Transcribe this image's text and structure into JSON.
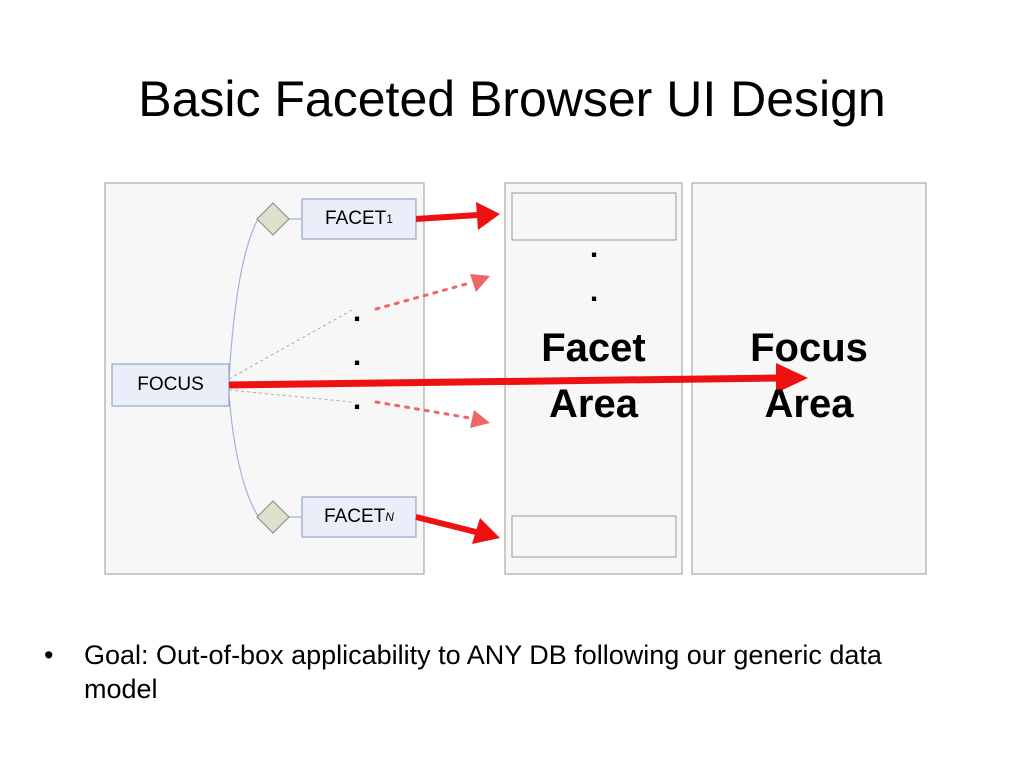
{
  "slide": {
    "title": "Basic Faceted Browser UI Design"
  },
  "diagram": {
    "focus_node": "FOCUS",
    "facet_first": {
      "base": "FACET",
      "subscript": "1"
    },
    "facet_last": {
      "base": "FACET",
      "subscript": "N"
    },
    "ellipsis_left": [
      ".",
      ".",
      "."
    ],
    "ellipsis_right": [
      ".",
      "."
    ],
    "facet_area": {
      "line1": "Facet",
      "line2": "Area"
    },
    "focus_area": {
      "line1": "Focus",
      "line2": "Area"
    },
    "colors": {
      "arrow": "#ee1111",
      "arrow_dotted": "#ee6666",
      "panel_border": "#999999",
      "panel_fill": "#f7f7f7",
      "node_fill": "#eaeef8",
      "node_border": "#8896c0",
      "diamond_fill": "#dde0cc"
    }
  },
  "bullets": [
    {
      "marker": "•",
      "text": "Goal: Out-of-box applicability to ANY DB following our generic data model"
    }
  ]
}
